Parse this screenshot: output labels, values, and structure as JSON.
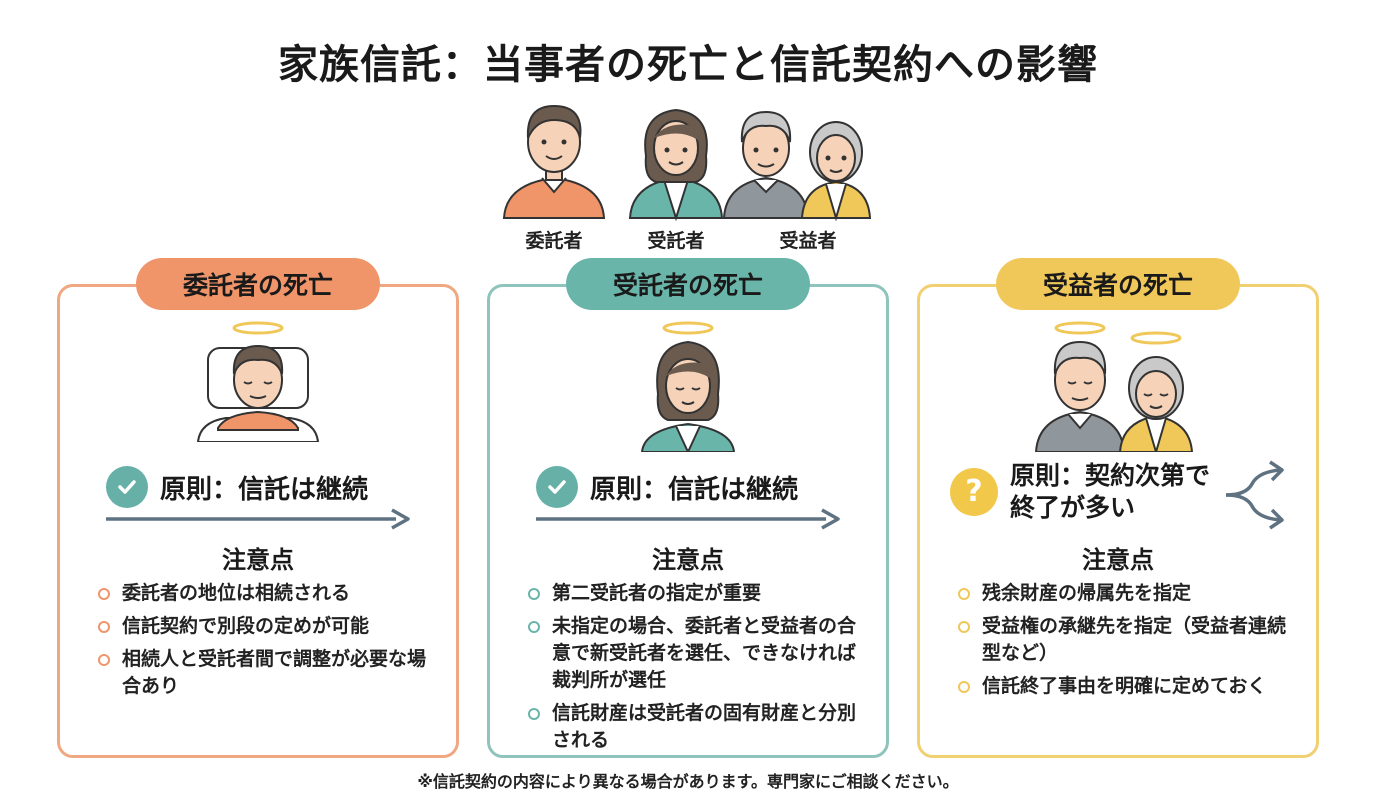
{
  "title": "家族信託：当事者の死亡と信託契約への影響",
  "roles": {
    "settlor": "委託者",
    "trustee": "受託者",
    "beneficiary": "受益者"
  },
  "colors": {
    "orange": "#f0956a",
    "teal": "#6ab5aa",
    "yellow": "#f0c85a",
    "arrow": "#5f7282"
  },
  "panels": [
    {
      "header": "委託者の死亡",
      "principle": "原則：信託は継続",
      "principle_icon": "check-icon",
      "notes_heading": "注意点",
      "notes": [
        "委託者の地位は相続される",
        "信託契約で別段の定めが可能",
        "相続人と受託者間で調整が必要な場合あり"
      ]
    },
    {
      "header": "受託者の死亡",
      "principle": "原則：信託は継続",
      "principle_icon": "check-icon",
      "notes_heading": "注意点",
      "notes": [
        "第二受託者の指定が重要",
        "未指定の場合、委託者と受益者の合意で新受託者を選任、できなければ裁判所が選任",
        "信託財産は受託者の固有財産と分別される"
      ]
    },
    {
      "header": "受益者の死亡",
      "principle_line1": "原則：契約次第で",
      "principle_line2": "終了が多い",
      "principle_icon": "question-icon",
      "notes_heading": "注意点",
      "notes": [
        "残余財産の帰属先を指定",
        "受益権の承継先を指定（受益者連続型など）",
        "信託終了事由を明確に定めておく"
      ]
    }
  ],
  "footnote": "※信託契約の内容により異なる場合があります。専門家にご相談ください。"
}
